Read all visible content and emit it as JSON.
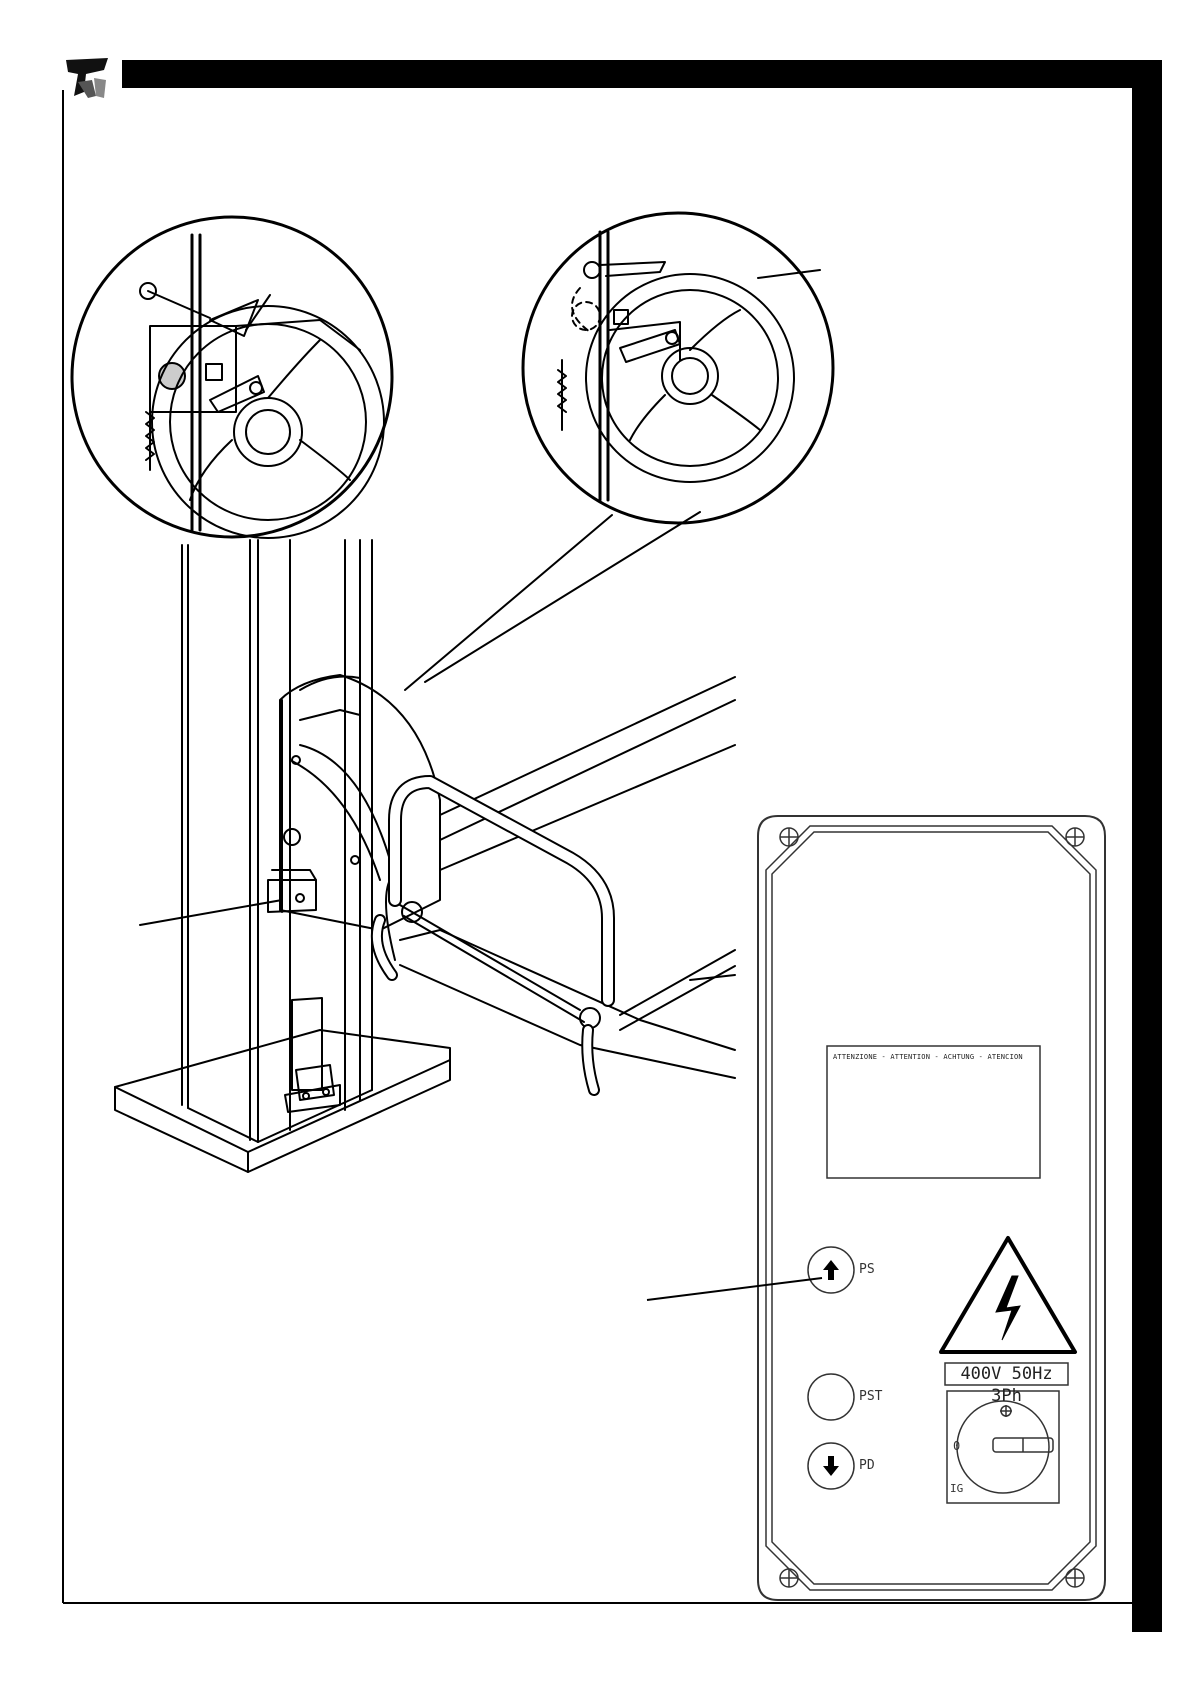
{
  "warning_label": {
    "text": "ATTENZIONE - ATTENTION - ACHTUNG - ATENCION"
  },
  "control_panel": {
    "button_up_label": "PS",
    "button_stop_label": "PST",
    "button_down_label": "PD",
    "rating_label": "400V 50Hz 3Ph",
    "switch_off_mark": "0",
    "switch_id_label": "IG"
  },
  "icons": [
    "brand-logo-icon",
    "up-arrow-icon",
    "down-arrow-icon",
    "high-voltage-warning-icon",
    "power-on-icon"
  ],
  "colors": {
    "ink": "#000000",
    "paper": "#ffffff",
    "panel_fill": "#ffffff"
  }
}
